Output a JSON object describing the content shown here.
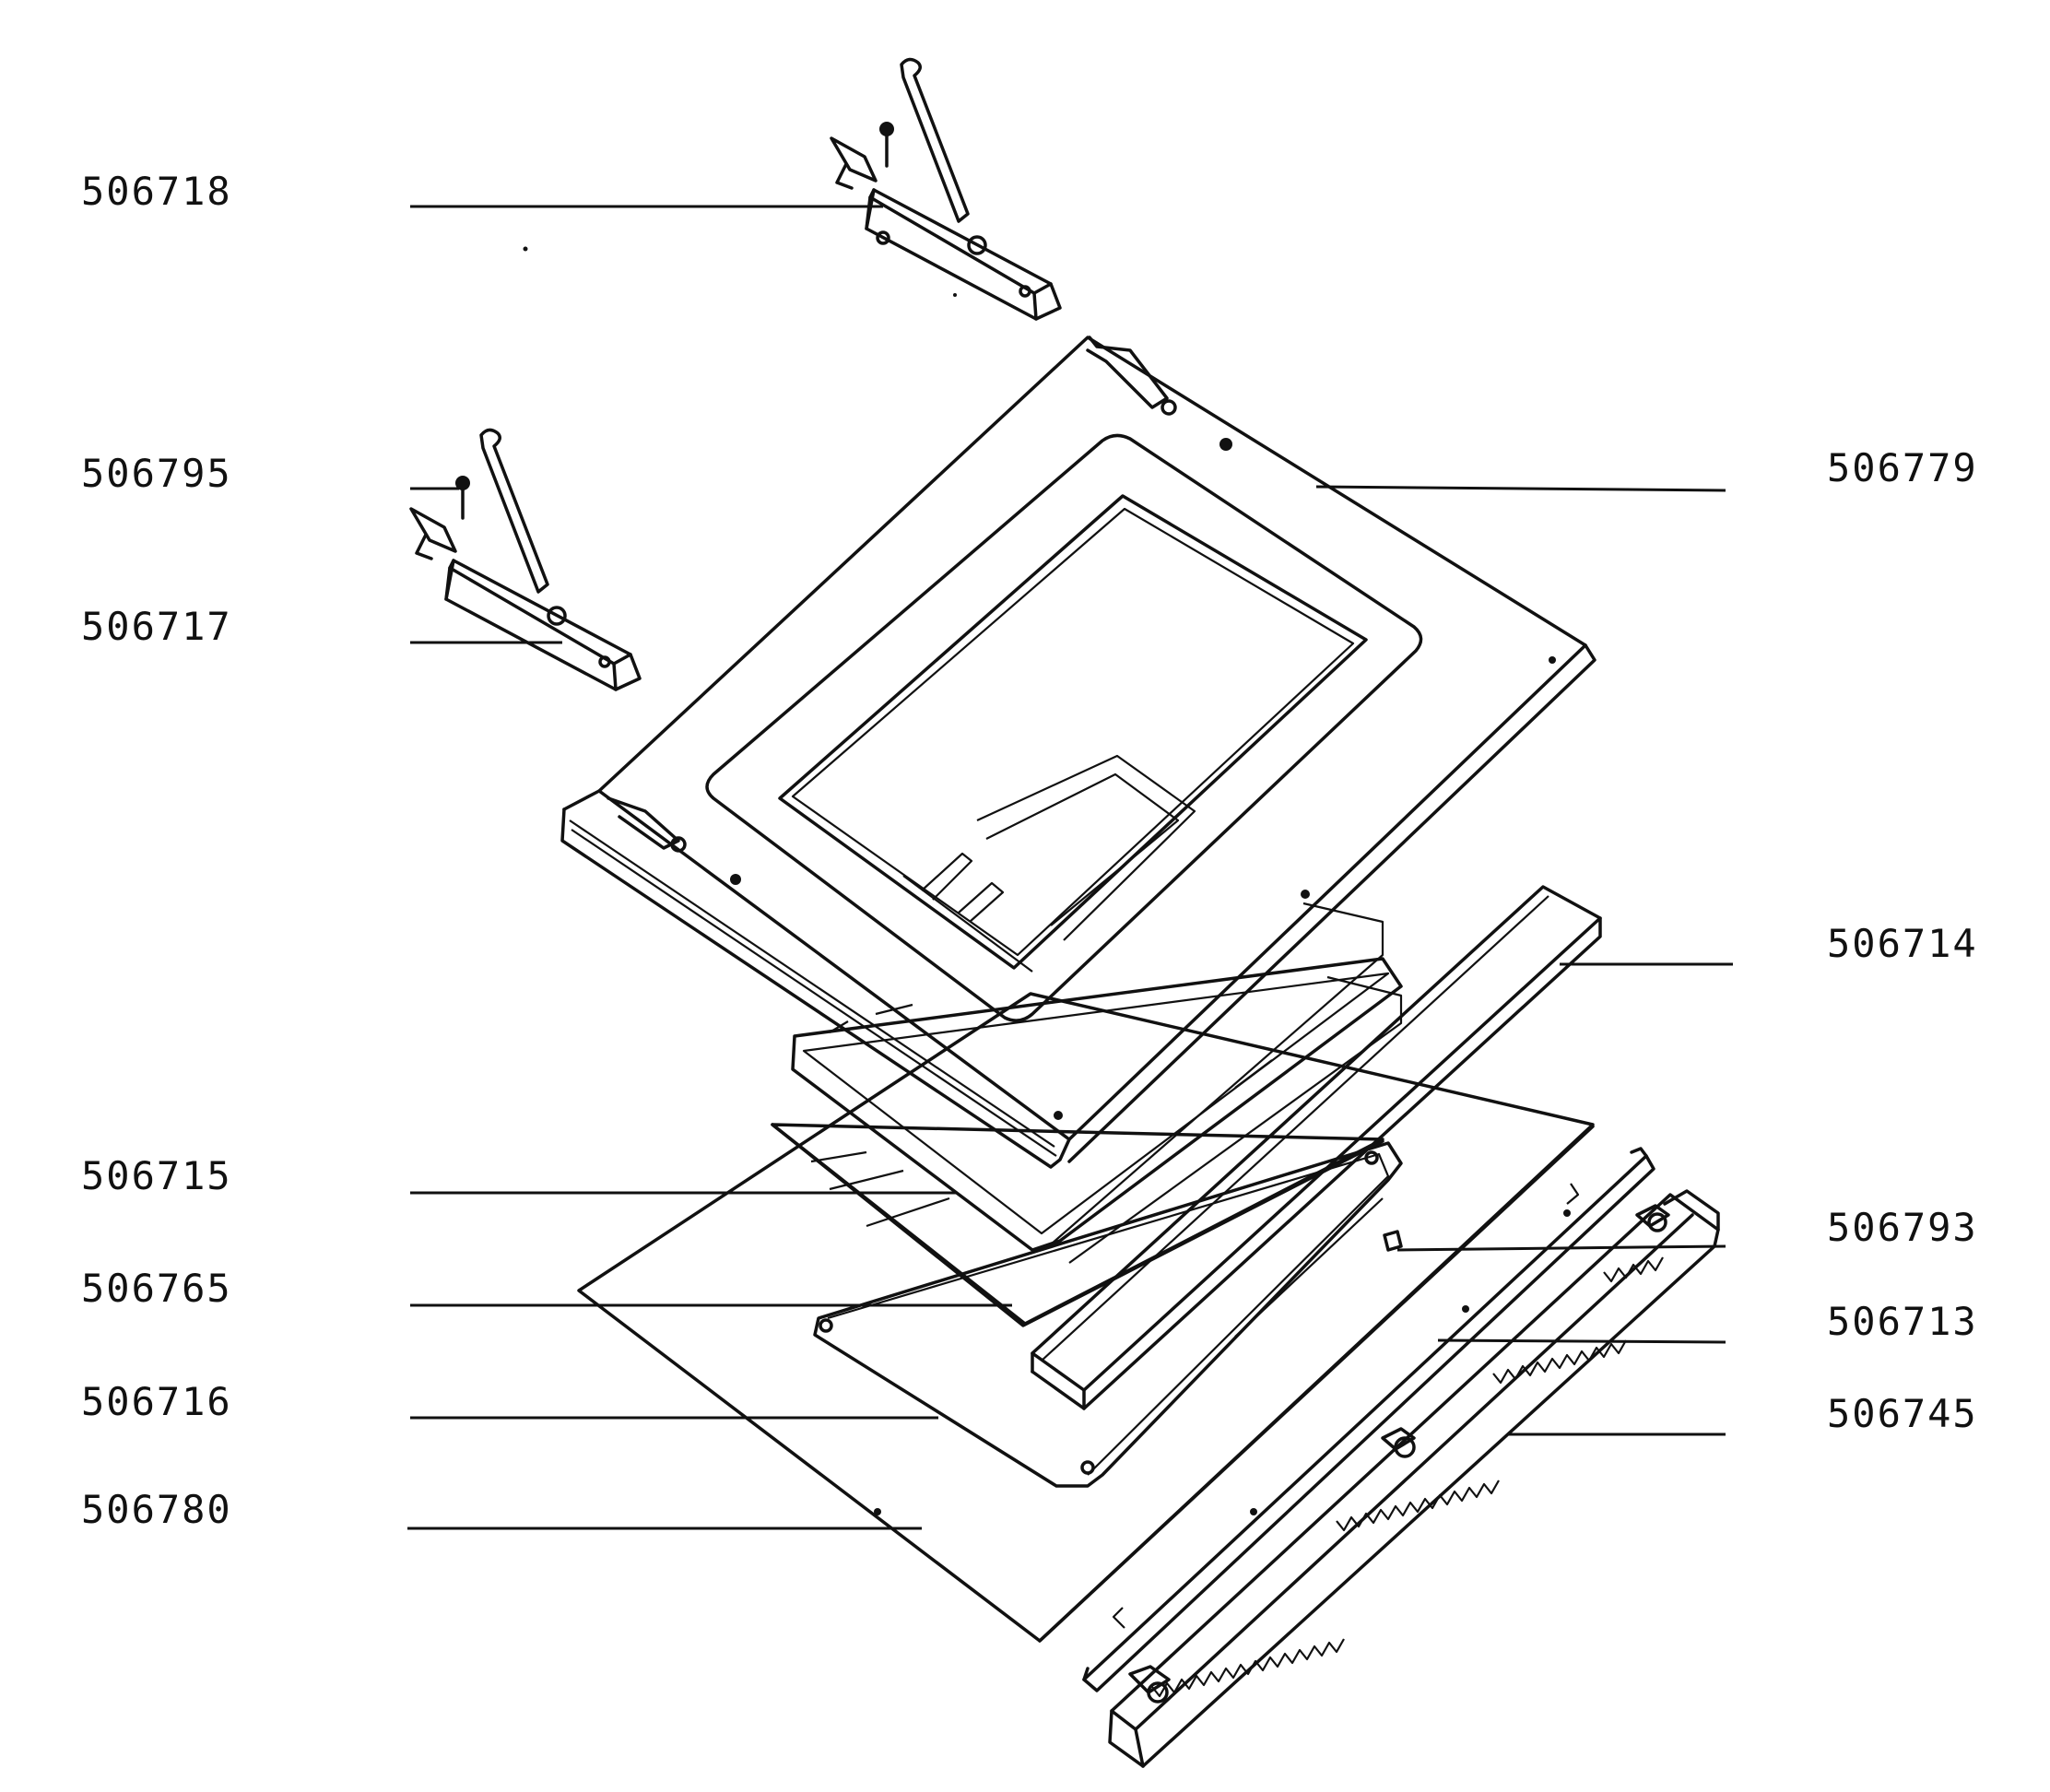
{
  "labels": {
    "l_506718": "506718",
    "l_506795": "506795",
    "l_506717": "506717",
    "l_506715": "506715",
    "l_506765": "506765",
    "l_506716": "506716",
    "l_506780": "506780",
    "r_506779": "506779",
    "r_506714": "506714",
    "r_506793": "506793",
    "r_506713": "506713",
    "r_506745": "506745"
  },
  "icons": {
    "upper_hinge": "hinge-icon",
    "lower_hinge": "hinge-icon",
    "door_frame": "door-frame-icon",
    "glass_panel": "glass-panel-icon",
    "door_panel": "door-panel-icon",
    "handle": "handle-bar-icon"
  }
}
